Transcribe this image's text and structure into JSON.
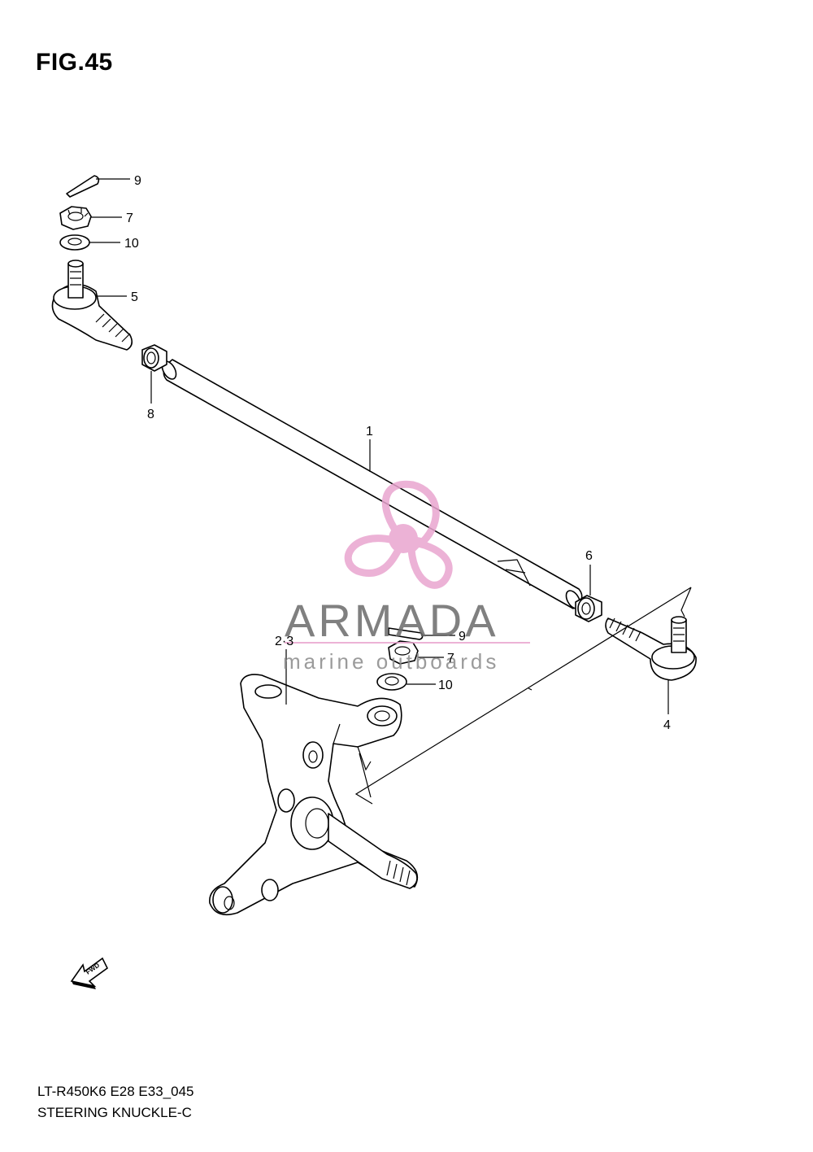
{
  "figure": {
    "title": "FIG.45",
    "code": "LT-R450K6 E28 E33_045",
    "name": "STEERING KNUCKLE-C"
  },
  "callouts": [
    {
      "id": "c9a",
      "label": "9"
    },
    {
      "id": "c7a",
      "label": "7"
    },
    {
      "id": "c10a",
      "label": "10"
    },
    {
      "id": "c5",
      "label": "5"
    },
    {
      "id": "c8",
      "label": "8"
    },
    {
      "id": "c1",
      "label": "1"
    },
    {
      "id": "c6",
      "label": "6"
    },
    {
      "id": "c23",
      "label": "2·3"
    },
    {
      "id": "c9b",
      "label": "9"
    },
    {
      "id": "c7b",
      "label": "7"
    },
    {
      "id": "c10b",
      "label": "10"
    },
    {
      "id": "c4",
      "label": "4"
    }
  ],
  "watermark": {
    "brand": "ARMADA",
    "tagline": "marine outboards",
    "accent_color": "#e9a5cf",
    "text_color": "#6a6a6a"
  },
  "icons": {
    "fwd_arrow": {
      "label": "FWD"
    }
  }
}
